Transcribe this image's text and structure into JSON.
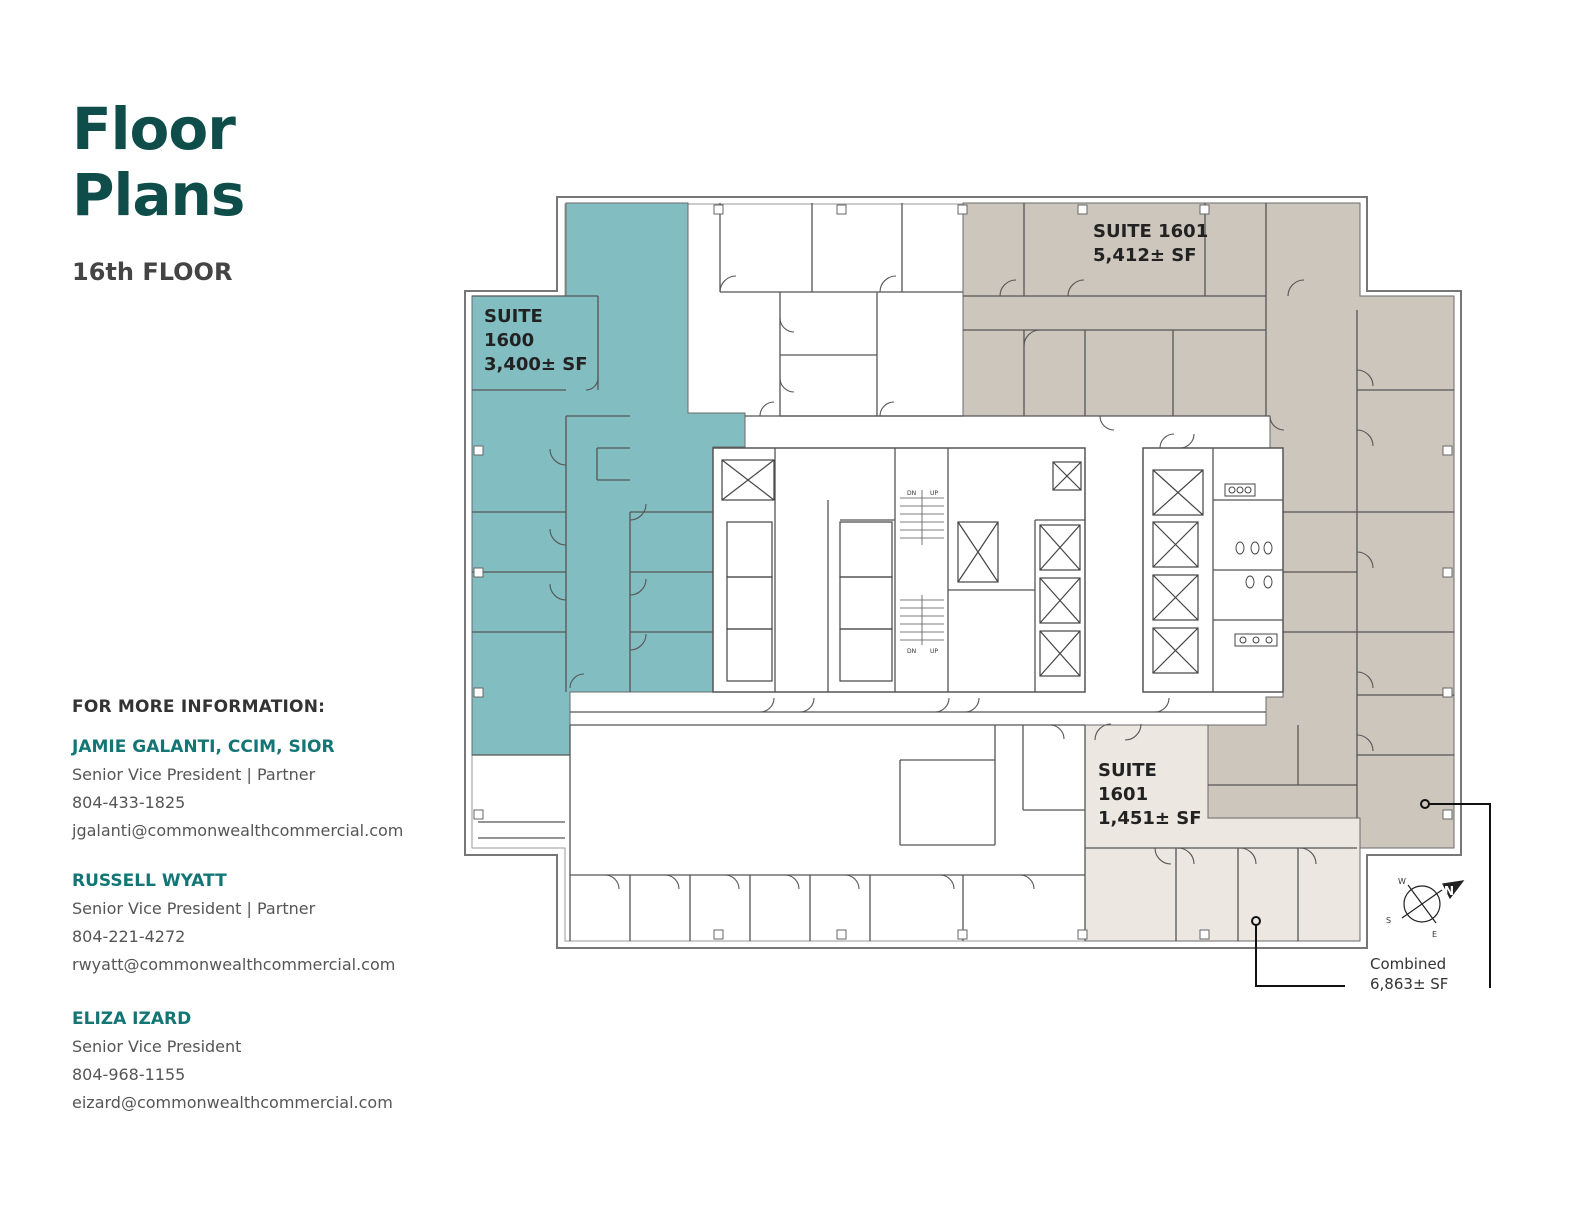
{
  "page": {
    "title_line1": "Floor",
    "title_line2": "Plans",
    "floor": "16th FLOOR"
  },
  "info": {
    "heading": "FOR MORE INFORMATION:",
    "contacts": [
      {
        "name": "JAMIE GALANTI, CCIM, SIOR",
        "role": "Senior Vice President | Partner",
        "phone": "804-433-1825",
        "email": "jgalanti@commonwealthcommercial.com"
      },
      {
        "name": "RUSSELL WYATT",
        "role": "Senior Vice President | Partner",
        "phone": "804-221-4272",
        "email": "rwyatt@commonwealthcommercial.com"
      },
      {
        "name": "ELIZA IZARD",
        "role": "Senior Vice President",
        "phone": "804-968-1155",
        "email": "eizard@commonwealthcommercial.com"
      }
    ]
  },
  "plan": {
    "suite_1600": {
      "line1": "SUITE",
      "line2": "1600",
      "area": "3,400± SF"
    },
    "suite_1601_north": {
      "line1": "SUITE 1601",
      "area": "5,412± SF"
    },
    "suite_1601_south": {
      "line1": "SUITE",
      "line2": "1601",
      "area": "1,451± SF"
    },
    "combined": {
      "label": "Combined",
      "area": "6,863± SF"
    },
    "stair_labels": {
      "dn": "DN",
      "up": "UP"
    },
    "compass": {
      "n": "N",
      "s": "S",
      "w": "W",
      "e": "E"
    },
    "compass_icon": "compass-rose-icon",
    "colors": {
      "suite_1600": "#82bdc1",
      "suite_1601_north": "#cdc6bd",
      "suite_1601_south": "#ece7e1",
      "brand": "#0f4d4b",
      "accent": "#137574"
    }
  }
}
